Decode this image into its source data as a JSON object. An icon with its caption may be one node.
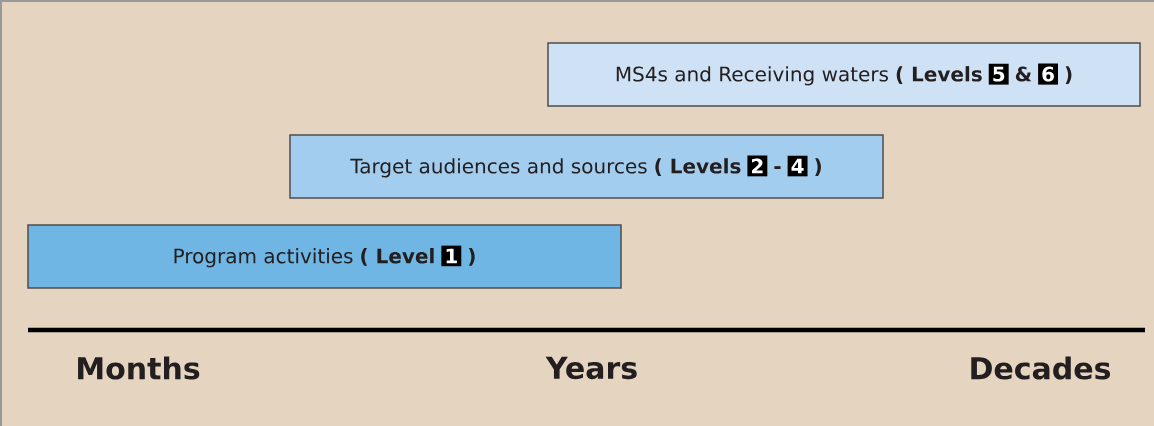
{
  "diagram": {
    "nodes": [
      {
        "text": [
          "MS4s and Receiving waters",
          "( Levels",
          "5",
          "&",
          "6",
          ")"
        ]
      },
      {
        "text": [
          "Target audiences and sources",
          "( Levels",
          "2",
          "-",
          "4",
          ")"
        ]
      },
      {
        "text": [
          "Program activities",
          "( Level",
          "1",
          ")"
        ]
      }
    ],
    "labels": [
      "Months",
      "Years",
      "Decades"
    ]
  }
}
